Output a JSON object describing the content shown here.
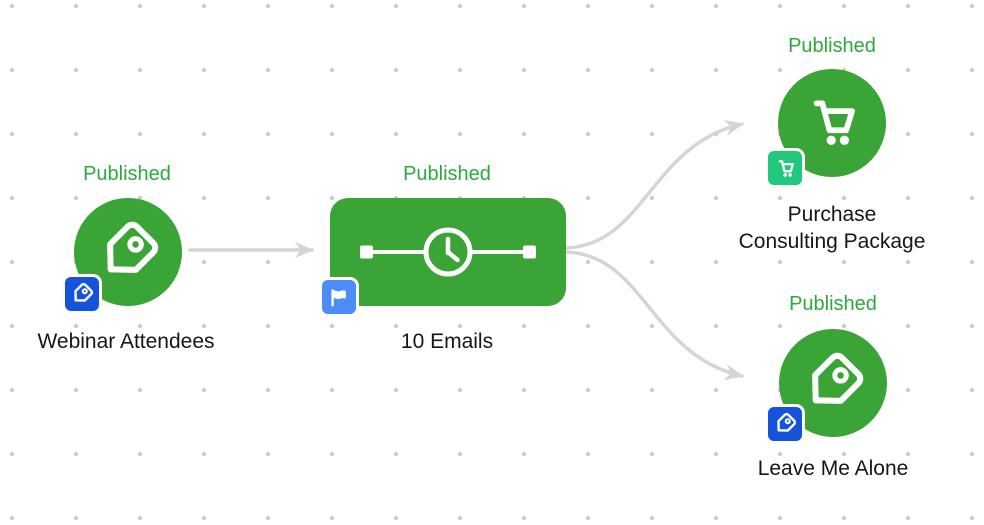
{
  "colors": {
    "node_green": "#3AA436",
    "status_green": "#2EA73C",
    "badge_blue": "#1553DB",
    "badge_light_blue": "#4C8DF5",
    "badge_emerald": "#1FC87C",
    "connector_gray": "#D5D5D5",
    "label_color": "#161616",
    "dot_color": "#C9C9C9"
  },
  "nodes": {
    "webinar": {
      "status": "Published",
      "label": "Webinar Attendees",
      "icon": "tag-icon",
      "badge_icon": "tag-icon"
    },
    "emails": {
      "status": "Published",
      "label": "10 Emails",
      "icon": "timer-sequence-icon",
      "badge_icon": "flag-icon"
    },
    "purchase": {
      "status": "Published",
      "label": "Purchase\nConsulting Package",
      "icon": "cart-icon",
      "badge_icon": "cart-icon"
    },
    "leave": {
      "status": "Published",
      "label": "Leave Me Alone",
      "icon": "tag-icon",
      "badge_icon": "tag-icon"
    }
  },
  "connections": [
    {
      "from": "webinar",
      "to": "emails"
    },
    {
      "from": "emails",
      "to": "purchase"
    },
    {
      "from": "emails",
      "to": "leave"
    }
  ]
}
